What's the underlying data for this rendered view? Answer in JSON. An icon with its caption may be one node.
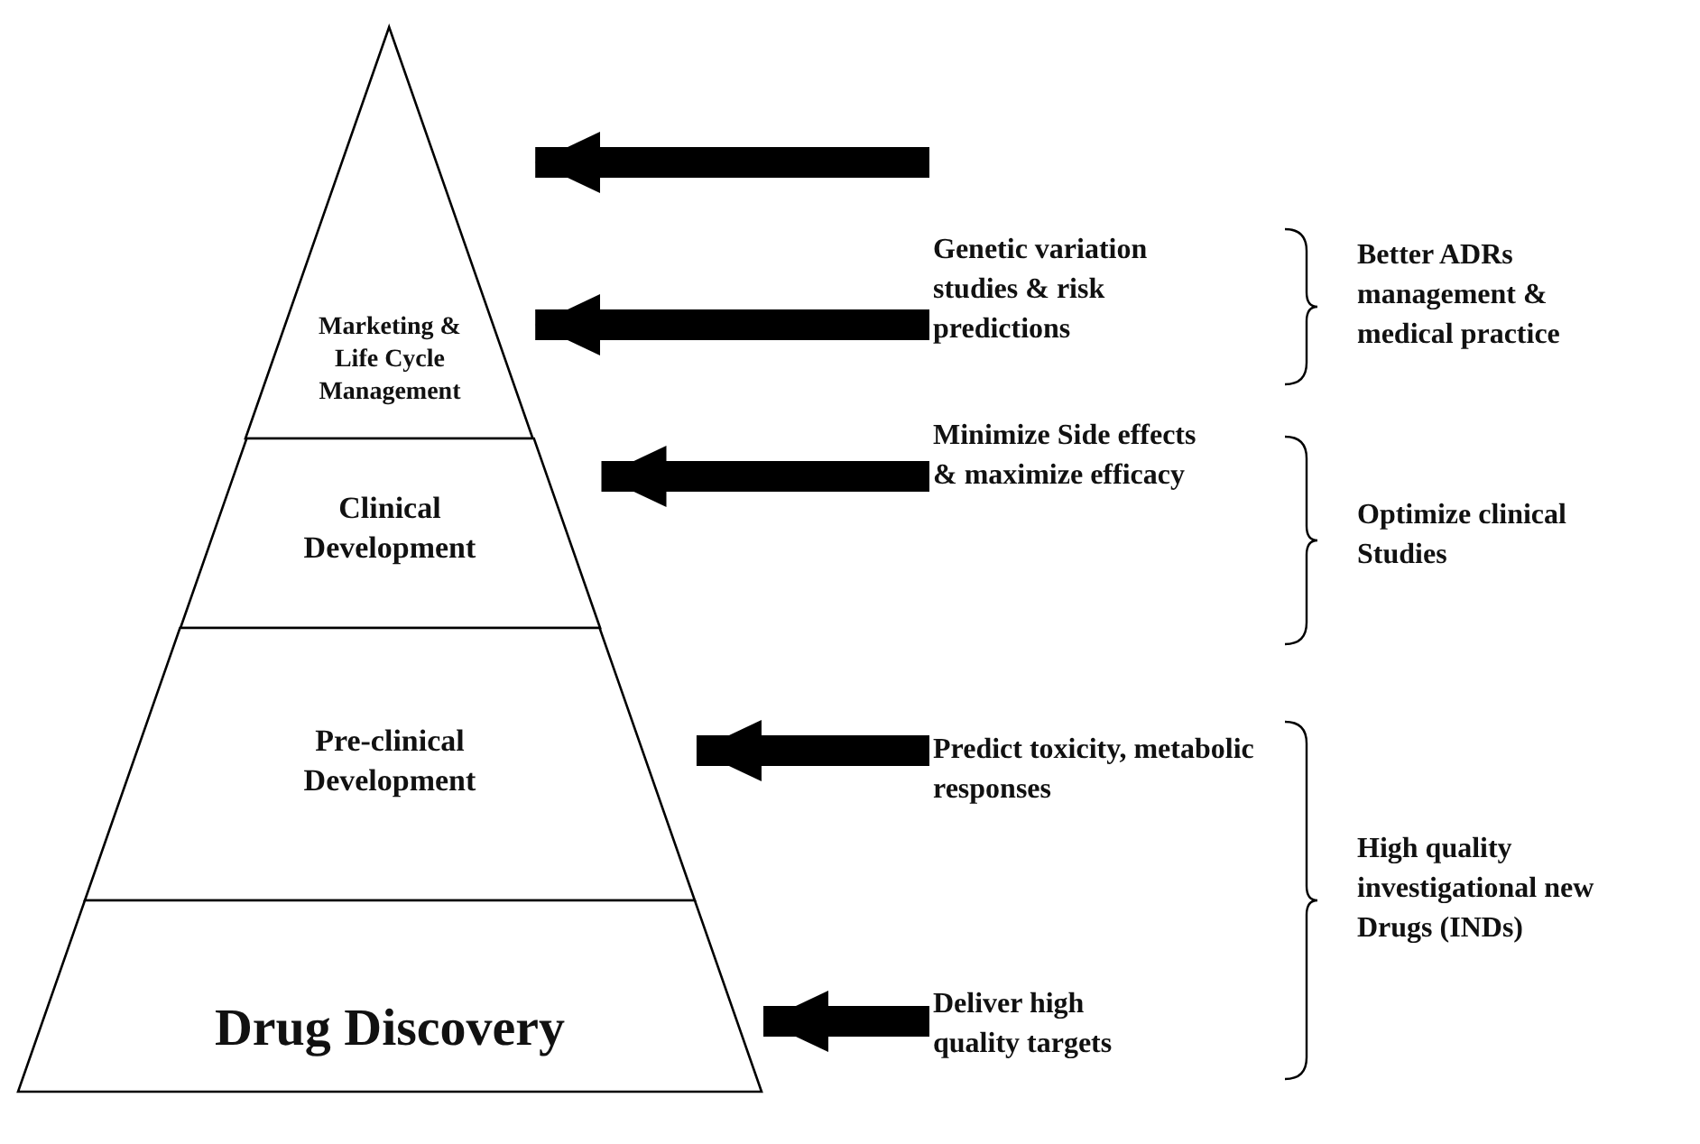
{
  "diagram": {
    "nodes": [
      {
        "text": [
          "Marketing & Life Cycle Management"
        ]
      },
      {
        "text": [
          "Clinical Development"
        ]
      },
      {
        "text": [
          "Pre-clinical Development"
        ]
      },
      {
        "text": [
          "Drug Discovery"
        ]
      },
      {
        "text": [
          "Genetic variation studies & risk predictions"
        ]
      },
      {
        "text": [
          "Minimize Side effects & maximize efficacy"
        ]
      },
      {
        "text": [
          "Predict toxicity, metabolic responses"
        ]
      },
      {
        "text": [
          "Deliver high quality targets"
        ]
      }
    ],
    "edges": [
      {
        "from": 4,
        "to": 0,
        "arrow": "to"
      },
      {
        "from": 4,
        "to": 0,
        "arrow": "to"
      },
      {
        "from": 5,
        "to": 1,
        "arrow": "to"
      },
      {
        "from": 6,
        "to": 2,
        "arrow": "to"
      },
      {
        "from": 7,
        "to": 3,
        "arrow": "to"
      }
    ],
    "labels": [
      "Better ADRs management & medical practice",
      "Optimize clinical Studies",
      "High quality investigational new Drugs (INDs)"
    ]
  }
}
